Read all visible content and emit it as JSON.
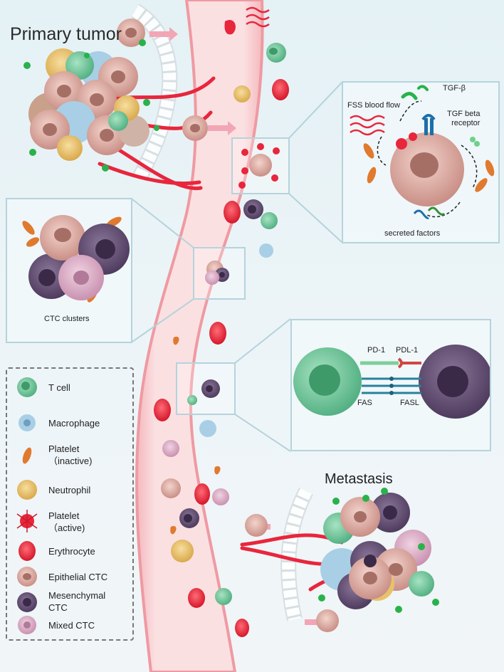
{
  "titles": {
    "primary_tumor": "Primary tumor",
    "metastasis": "Metastasis"
  },
  "panel_top_right": {
    "fss": "FSS blood flow",
    "tgf": "TGF-β",
    "receptor": "TGF beta\nreceptor",
    "secreted": "secreted factors"
  },
  "panel_left": {
    "clusters": "CTC clusters"
  },
  "panel_mid_right": {
    "pd1": "PD-1",
    "pdl1": "PDL-1",
    "fas": "FAS",
    "fasl": "FASL"
  },
  "legend": [
    {
      "label": "T cell",
      "icon": "t-cell-icon"
    },
    {
      "label": "Macrophage",
      "icon": "macrophage-icon"
    },
    {
      "label": "Platelet\n（inactive)",
      "icon": "platelet-inactive-icon"
    },
    {
      "label": "Neutrophil",
      "icon": "neutrophil-icon"
    },
    {
      "label": "Platelet\n（active)",
      "icon": "platelet-active-icon"
    },
    {
      "label": "Erythrocyte",
      "icon": "erythrocyte-icon"
    },
    {
      "label": "Epithelial CTC",
      "icon": "epithelial-ctc-icon"
    },
    {
      "label": "Mesenchymal\nCTC",
      "icon": "mesenchymal-ctc-icon"
    },
    {
      "label": "Mixed CTC",
      "icon": "mixed-ctc-icon"
    }
  ],
  "colors": {
    "vessel": "#f6c9cc",
    "vessel_edge": "#ef9aa2",
    "panel_border": "#b5d3dc",
    "t_cell": "#6cc79a",
    "erythrocyte": "#e8303f",
    "epithelial": "#d9a59a",
    "mesenchymal": "#5e4a6e",
    "mixed": "#d9a9c4",
    "neutrophil": "#e8c26a",
    "platelet": "#e07a2e",
    "macrophage": "#a8cfe6"
  }
}
